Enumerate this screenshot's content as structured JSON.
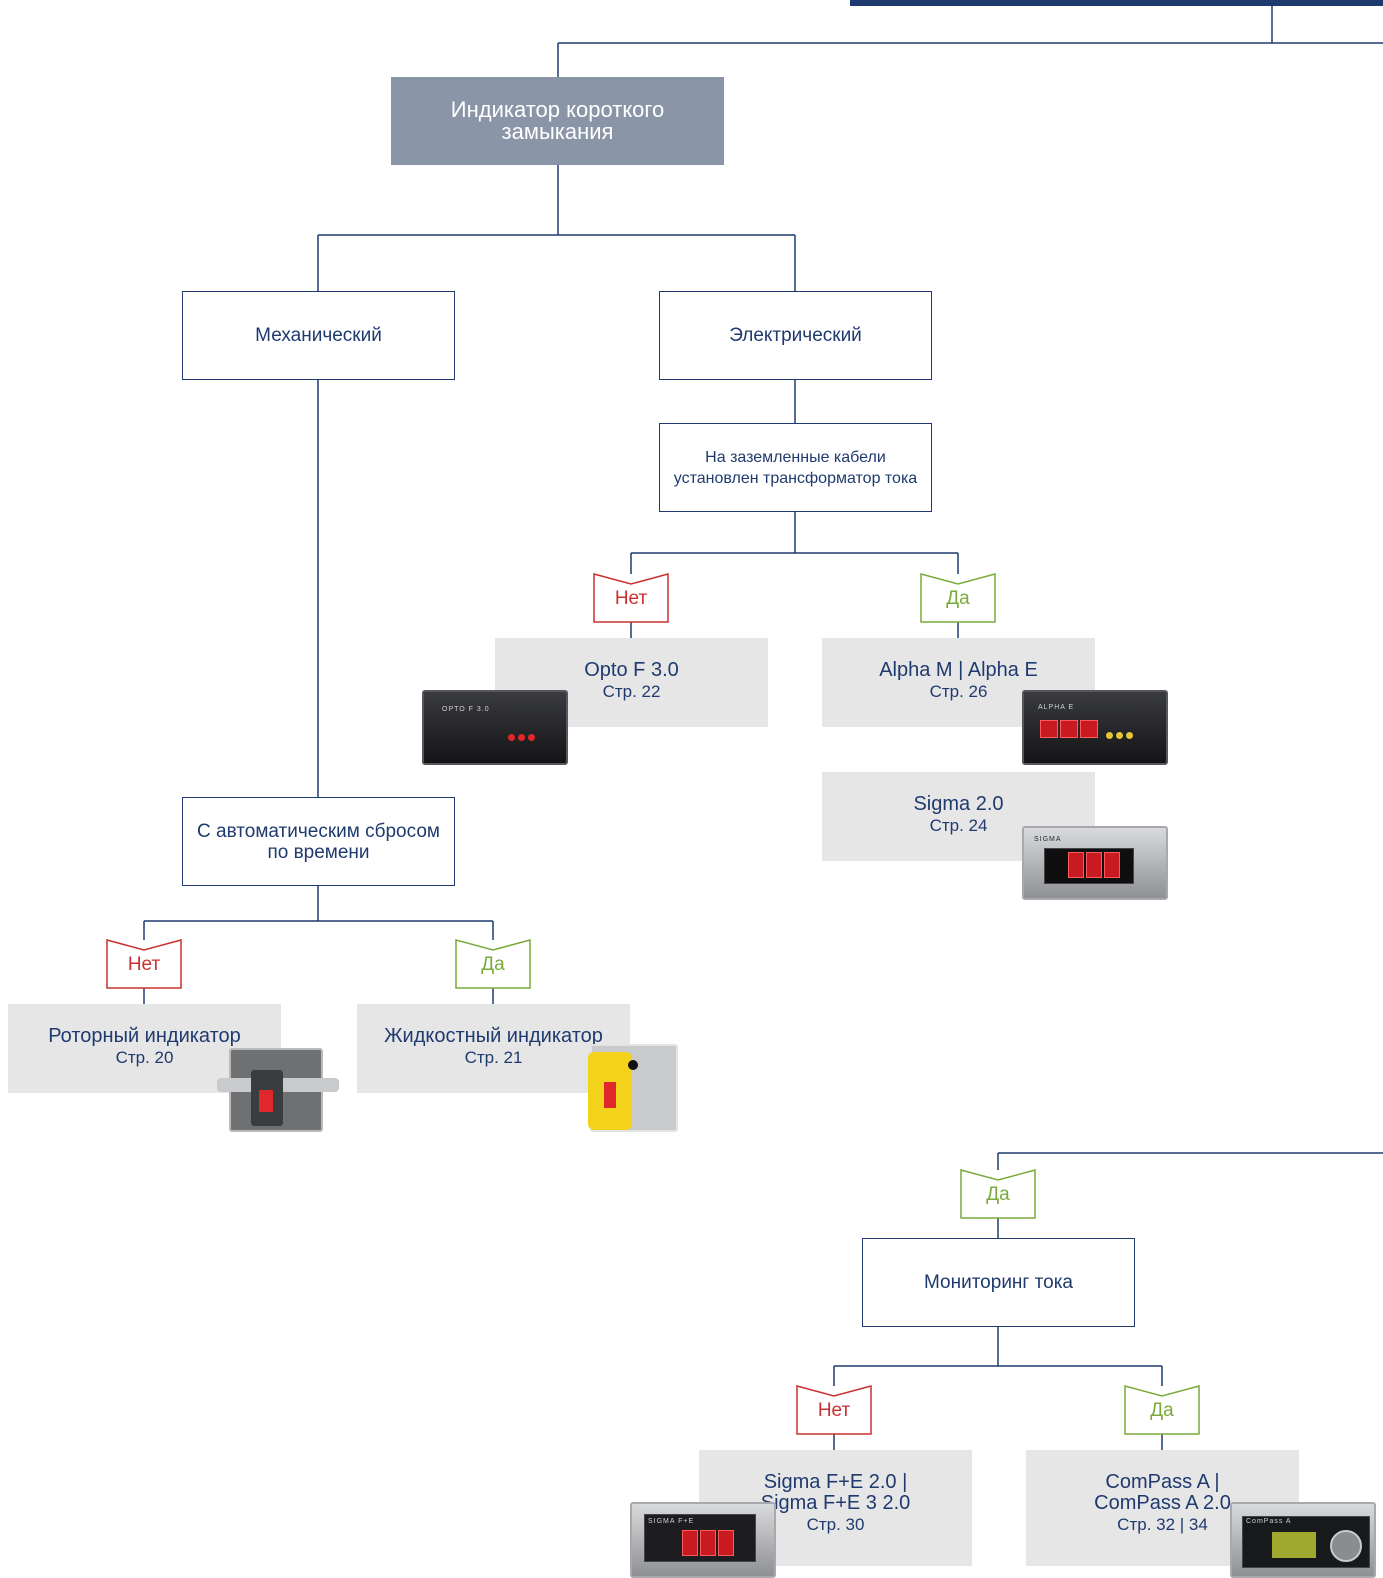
{
  "root": {
    "line1": "Индикатор короткого",
    "line2": "замыкания"
  },
  "nodes": {
    "mechanical": "Механический",
    "electrical": "Электрический",
    "grounded": "На заземленные кабели установлен трансформатор тока",
    "auto_reset": "С автоматическим сбросом по времени",
    "current_monitoring": "Мониторинг тока"
  },
  "decisions": {
    "no": "Нет",
    "yes": "Да"
  },
  "products": {
    "opto": {
      "name": "Opto F 3.0",
      "page": "Стр. 22"
    },
    "alpha": {
      "name": "Alpha M | Alpha E",
      "page": "Стр. 26"
    },
    "sigma": {
      "name": "Sigma 2.0",
      "page": "Стр. 24"
    },
    "rotary": {
      "name": "Роторный индикатор",
      "page": "Стр. 20"
    },
    "liquid": {
      "name": "Жидкостный индикатор",
      "page": "Стр. 21"
    },
    "sigma_fe": {
      "name": "Sigma F+E 2.0 |\nSigma F+E 3 2.0",
      "page": "Стр. 30"
    },
    "compass": {
      "name": "ComPass A |\nComPass A 2.0",
      "page": "Стр. 32 | 34"
    }
  },
  "device_labels": {
    "opto": "OPTO F 3.0",
    "alpha": "ALPHA E",
    "sigma": "SIGMA",
    "sigma_fe": "SIGMA F+E",
    "compass": "ComPass A"
  },
  "colors": {
    "line": "#1f3a6e",
    "no": "#c8312f",
    "yes": "#7aab3a",
    "root_fill": "#8a96a7",
    "product_fill": "#e6e6e7"
  }
}
